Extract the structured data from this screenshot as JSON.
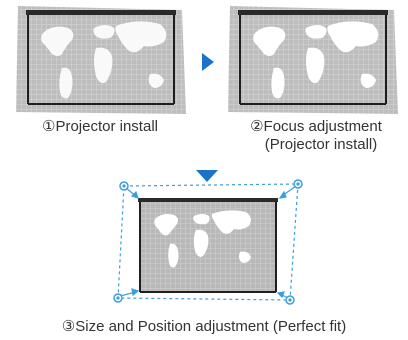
{
  "steps": [
    {
      "label": "①Projector install"
    },
    {
      "label": "②Focus adjustment",
      "sublabel": "(Projector install)"
    },
    {
      "label": "③Size and Position adjustment (Perfect fit)"
    }
  ],
  "colors": {
    "accent": "#1a73c8",
    "guide_dash": "#3a9ee0",
    "screen_frame": "#1f1f1f",
    "screen_bg": "#c9c9c9",
    "text": "#333333"
  },
  "icons": {
    "right": "triangle-right-icon",
    "down": "triangle-down-icon",
    "handle": "corner-handle-icon"
  }
}
